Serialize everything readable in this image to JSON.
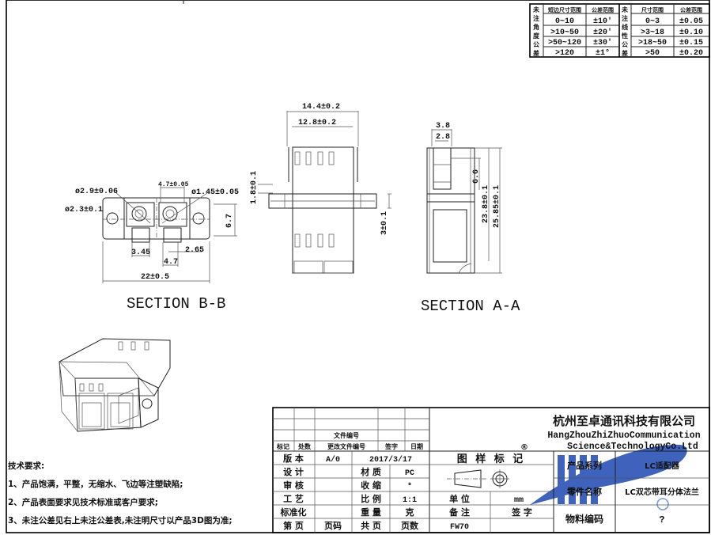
{
  "tolerance_table": {
    "angle_label": [
      "未",
      "注",
      "角",
      "度",
      "公",
      "差"
    ],
    "angle_headers": [
      "短边尺寸范围",
      "公差范围"
    ],
    "angle_rows": [
      [
        "0~10",
        "±10'"
      ],
      [
        ">10~50",
        "±20'"
      ],
      [
        ">50~120",
        "±30'"
      ],
      [
        ">120",
        "±1°"
      ]
    ],
    "linear_label": [
      "未",
      "注",
      "线",
      "性",
      "公",
      "差"
    ],
    "linear_headers": [
      "尺寸范围",
      "公差范围"
    ],
    "linear_rows": [
      [
        "0~3",
        "±0.05"
      ],
      [
        ">3~18",
        "±0.10"
      ],
      [
        ">18~50",
        "±0.15"
      ],
      [
        ">50",
        "±0.20"
      ]
    ]
  },
  "section_bb": {
    "title": "SECTION B-B",
    "dims": {
      "d1": "ø2.9±0.06",
      "d2": "ø2.3±0.1",
      "d3": "4.7±0.05",
      "d4": "ø1.45±0.05",
      "d5": "6.7",
      "d6": "3.45",
      "d7": "2.65",
      "d8": "4.7",
      "d9": "22±0.5"
    }
  },
  "section_aa": {
    "title": "SECTION A-A",
    "dims": {
      "w1": "14.4±0.2",
      "w2": "12.8±0.2",
      "h1": "1.8±0.1",
      "h2": "3±0.1",
      "s1": "3.8",
      "s2": "2.8",
      "s3": "6.6",
      "s4": "23.8±0.1",
      "s5": "25.85±0.1"
    }
  },
  "notes": {
    "title": "技术要求:",
    "items": [
      "1、产品饱满，平整，无缩水、飞边等注塑缺陷;",
      "2、产品表面要求见技术标准或客户要求;",
      "3、未注公差见右上未注公差表,未注明尺寸以产品3D图为准;"
    ]
  },
  "title_block": {
    "rev_headers": [
      "标记",
      "处数",
      "更改文件编号",
      "签字",
      "日期"
    ],
    "file_no_label": "文件编号",
    "version_label": "版 本",
    "version": "A/0",
    "date": "2017/3/17",
    "design_label": "设 计",
    "review_label": "审 核",
    "process_label": "工 艺",
    "standard_label": "标准化",
    "page_label": "第 页",
    "page_value": "页码",
    "material_label": "材 质",
    "material": "PC",
    "shrink_label": "收 缩",
    "shrink": "*",
    "scale_label": "比 例",
    "scale": "1:1",
    "weight_label": "重 量",
    "weight_unit": "克",
    "total_label": "共 页",
    "total_value": "页数",
    "drawing_mark_label": "图 样 标 记",
    "registered": "®",
    "unit_label": "单 位",
    "unit": "mm",
    "remark_label": "备 注",
    "sign_label": "签 字",
    "remark_value": "FW70",
    "company_cn": "杭州至卓通讯科技有限公司",
    "company_en1": "HangZhouZhiZhuoCommunication",
    "company_en2": "Science&TechnologyCo.Ltd",
    "series_label": "产品系列",
    "series": "LC适配器",
    "part_label": "零件名称",
    "part": "LC双芯带耳分体法兰",
    "code_label": "物料编码",
    "code": "?"
  },
  "colors": {
    "logo_blue": "#2f55b8"
  }
}
